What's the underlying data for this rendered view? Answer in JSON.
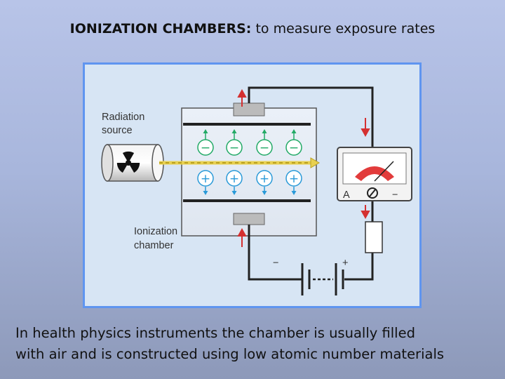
{
  "title": {
    "heading": "IONIZATION CHAMBERS:",
    "subheading": "to measure exposure rates"
  },
  "diagram": {
    "source_label_line1": "Radiation",
    "source_label_line2": "source",
    "chamber_label_line1": "Ionization",
    "chamber_label_line2": "chamber",
    "meter_label": "A",
    "meter_minus": "−",
    "battery_minus": "−",
    "battery_plus": "+",
    "negative_ion_symbol": "−",
    "positive_ion_symbol": "+",
    "colors": {
      "wire": "#222222",
      "current_arrow": "#d43030",
      "ion_arrow": "#22aa66",
      "ion_arrow_down": "#2a9ad8",
      "beam": "#e8d050",
      "frame": "#5f95f0"
    }
  },
  "caption": {
    "line1": "In health physics instruments the chamber is usually filled",
    "line2": "with air and is constructed using low atomic number materials"
  }
}
